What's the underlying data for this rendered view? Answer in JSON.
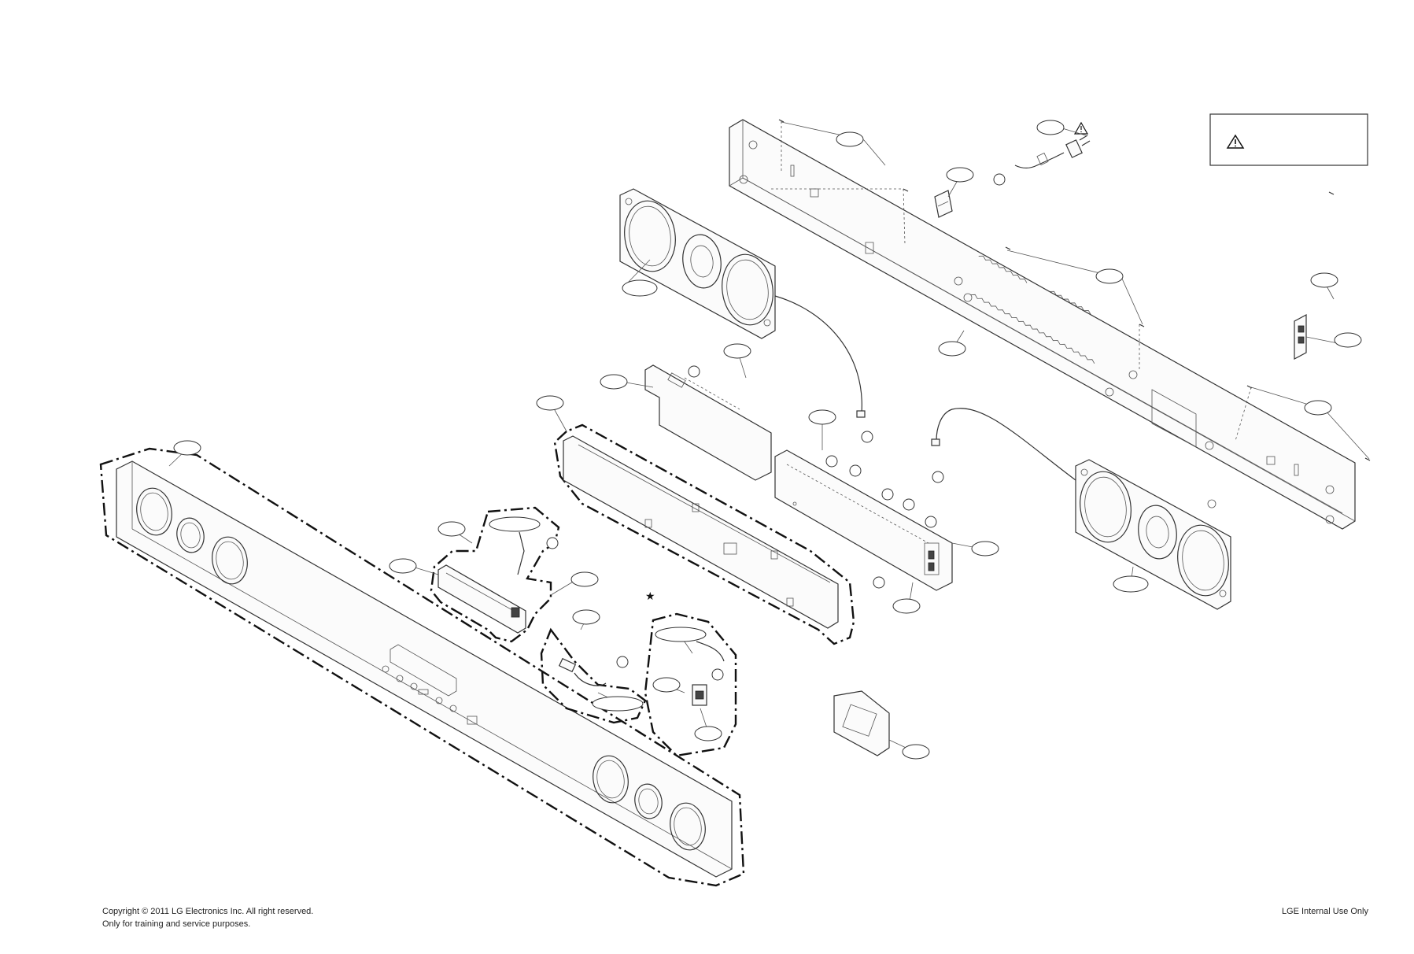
{
  "footer": {
    "copyright": "Copyright © 2011 LG Electronics Inc. All right reserved.",
    "purpose": "Only for training and service purposes.",
    "internal": "LGE Internal Use Only"
  },
  "icons": [
    "warning-triangle-icon",
    "warning-triangle-icon",
    "power-plug-icon"
  ]
}
